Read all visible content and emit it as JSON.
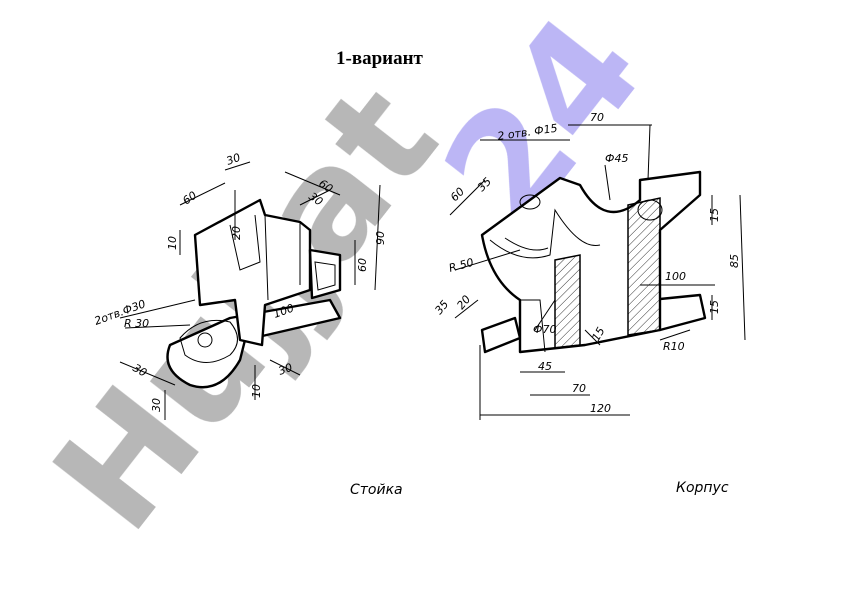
{
  "title": "1-вариант",
  "captions": {
    "left": "Стойка",
    "right": "Корпус"
  },
  "watermark": {
    "text_left": "Hujjat",
    "text_right": "24",
    "color_left": "#b4b4b4",
    "color_right": "#b9b3f5"
  },
  "left_dims": {
    "d30_top": "30",
    "d60_a": "60",
    "d60_b": "60",
    "d30_b": "30",
    "d10_a": "10",
    "d20": "20",
    "d90": "90",
    "d60_c": "60",
    "holes": "2отв.Ф30",
    "r30": "R 30",
    "d100": "100",
    "d30_c": "30",
    "d30_d": "30",
    "d30_e": "30",
    "d10_b": "10"
  },
  "right_dims": {
    "d70_top": "70",
    "holes": "2 отв. Ф15",
    "d45_dia": "Ф45",
    "d60": "60",
    "d35_a": "35",
    "d15_a": "15",
    "d85": "85",
    "r50": "R 50",
    "d100": "100",
    "d15_b": "15",
    "d35_b": "35",
    "d20": "20",
    "d70_dia": "Ф70",
    "d15_c": "15",
    "r10": "R10",
    "d45": "45",
    "d70_b": "70",
    "d120": "120"
  }
}
